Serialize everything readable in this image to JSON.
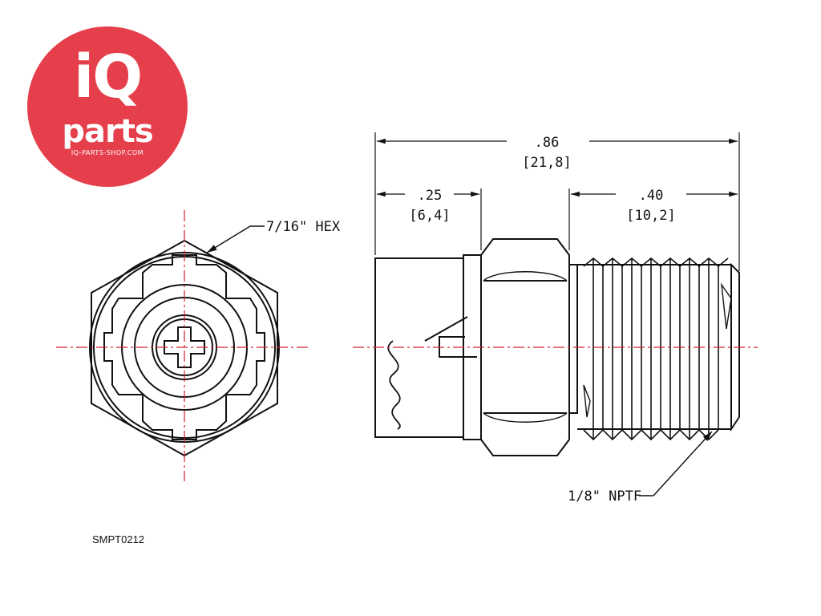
{
  "logo": {
    "brand_top": "iQ",
    "brand_bottom": "parts",
    "tagline": "IQ-PARTS-SHOP.COM",
    "badge_color": "#e63f4c"
  },
  "drawing": {
    "overall_length_in": ".86",
    "overall_length_mm": "[21,8]",
    "barb_length_in": ".25",
    "barb_length_mm": "[6,4]",
    "thread_length_in": ".40",
    "thread_length_mm": "[10,2]",
    "hex_label": "7/16\" HEX",
    "thread_label": "1/8\" NPTF",
    "centerline_color": "#d0202a",
    "line_color": "#111111"
  },
  "part_number": "SMPT0212"
}
